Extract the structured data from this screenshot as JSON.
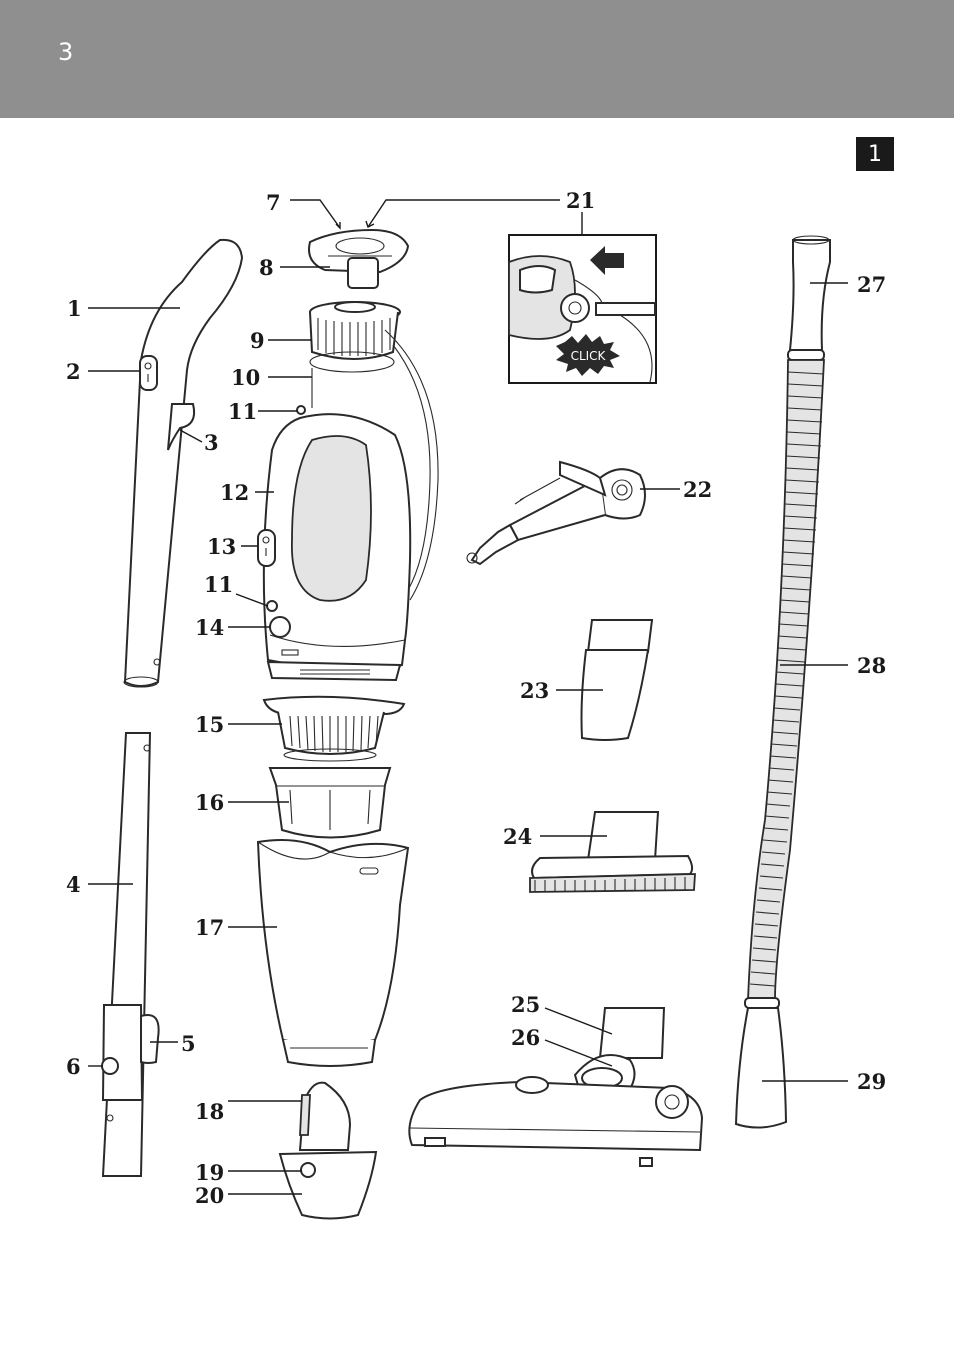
{
  "header": {
    "page_number": "3"
  },
  "figure": {
    "number": "1",
    "inset_text": "CLICK",
    "labels": {
      "l1": "1",
      "l2": "2",
      "l3": "3",
      "l4": "4",
      "l5": "5",
      "l6": "6",
      "l7": "7",
      "l8": "8",
      "l9": "9",
      "l10": "10",
      "l11a": "11",
      "l11b": "11",
      "l12": "12",
      "l13": "13",
      "l14": "14",
      "l15": "15",
      "l16": "16",
      "l17": "17",
      "l18": "18",
      "l19": "19",
      "l20": "20",
      "l21": "21",
      "l22": "22",
      "l23": "23",
      "l24": "24",
      "l25": "25",
      "l26": "26",
      "l27": "27",
      "l28": "28",
      "l29": "29"
    }
  }
}
